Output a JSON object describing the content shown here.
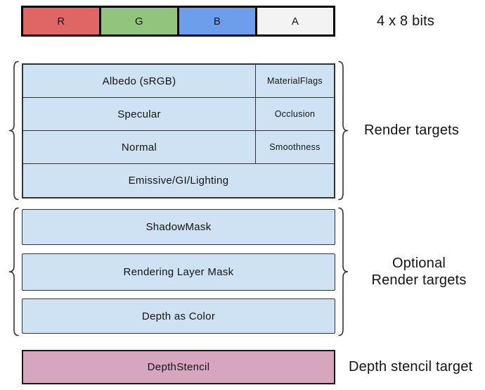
{
  "pixel_format": {
    "cells": [
      {
        "label": "R",
        "color": "#e06666"
      },
      {
        "label": "G",
        "color": "#93c47d"
      },
      {
        "label": "B",
        "color": "#6d9eeb"
      },
      {
        "label": "A",
        "color": "#f3f3f3"
      }
    ],
    "annotation": "4 x 8 bits"
  },
  "render_targets": {
    "annotation": "Render targets",
    "rows": [
      {
        "main": "Albedo (sRGB)",
        "alpha": "MaterialFlags"
      },
      {
        "main": "Specular",
        "alpha": "Occlusion"
      },
      {
        "main": "Normal",
        "alpha": "Smoothness"
      },
      {
        "main": "Emissive/GI/Lighting",
        "alpha": ""
      }
    ]
  },
  "optional_render_targets": {
    "annotation_line1": "Optional",
    "annotation_line2": "Render targets",
    "boxes": [
      "ShadowMask",
      "Rendering Layer Mask",
      "Depth as Color"
    ]
  },
  "depth_stencil": {
    "box_label": "DepthStencil",
    "annotation": "Depth stencil target"
  },
  "colors": {
    "render_target_fill": "#cfe2f3",
    "depth_stencil_fill": "#d5a6bd",
    "border_dark": "#333333",
    "strip_border": "#000000"
  }
}
